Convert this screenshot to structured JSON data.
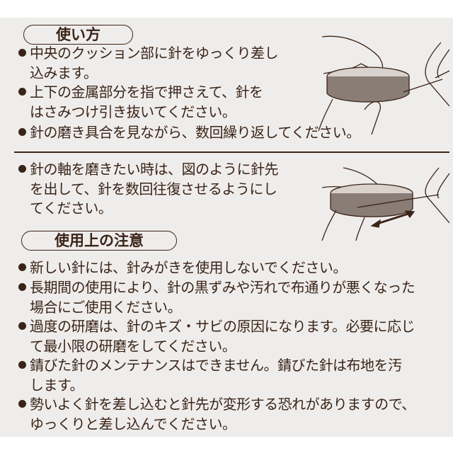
{
  "usage": {
    "heading": "使い方",
    "items": [
      {
        "lines": [
          "中央のクッション部に針をゆっくり差し",
          "込みます。"
        ]
      },
      {
        "lines": [
          "上下の金属部分を指で押さえて、針を",
          "はさみつけ引き抜いてください。"
        ]
      },
      {
        "lines": [
          "針の磨き具合を見ながら、数回繰り返してください。"
        ]
      }
    ],
    "shaft_item": {
      "lines": [
        "針の軸を磨きたい時は、図のように針先",
        "を出して、針を数回往復させるようにし",
        "てください。"
      ]
    }
  },
  "cautions": {
    "heading": "使用上の注意",
    "items": [
      {
        "lines": [
          "新しい針には、針みがきを使用しないでください。"
        ]
      },
      {
        "lines": [
          "長期間の使用により、針の黒ずみや汚れで布通りが悪くなった",
          "場合にご使用ください。"
        ]
      },
      {
        "lines": [
          "過度の研磨は、針のキズ・サビの原因になります。必要に応じ",
          "て最小限の研磨をしてください。"
        ]
      },
      {
        "lines": [
          "錆びた針のメンテナンスはできません。錆びた針は布地を汚",
          "します。"
        ]
      },
      {
        "lines": [
          "勢いよく針を差し込むと針先が変形する恐れがありますので、",
          "ゆっくりと差し込んでください。"
        ]
      }
    ]
  },
  "colors": {
    "text": "#3a2418",
    "panel": "#efedeb"
  }
}
